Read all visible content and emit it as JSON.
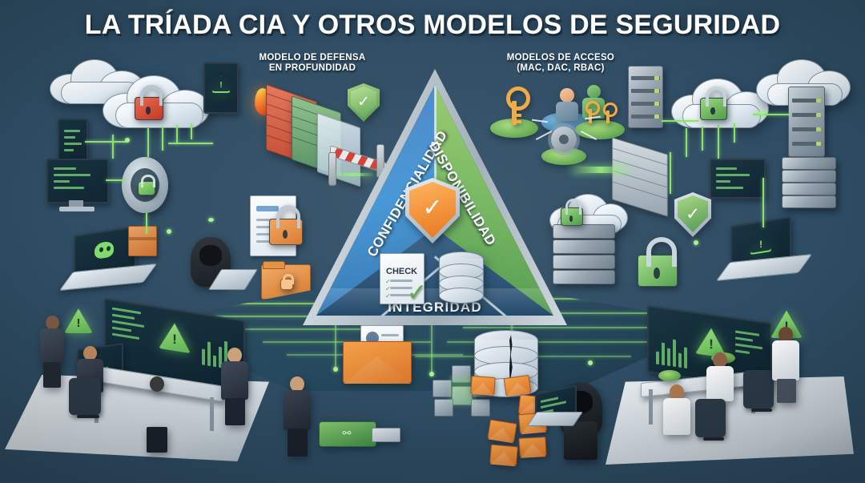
{
  "title": "LA TRÍADA CIA Y OTROS MODELOS DE SEGURIDAD",
  "sections": {
    "left_caption_line1": "MODELO DE DEFENSA",
    "left_caption_line2": "EN PROFUNDIDAD",
    "right_caption_line1": "MODELOS DE ACCESO",
    "right_caption_line2": "(MAC, DAC, RBAC)"
  },
  "triad": {
    "confidentiality": "CONFIDENCIALIDAD",
    "availability": "DISPONIBILIDAD",
    "integrity": "INTEGRIDAD",
    "center_badge": "shield-check-icon",
    "checklist_label": "CHECK"
  },
  "colors": {
    "background_blue": "#3f6481",
    "confidentiality_blue": "#3d91d4",
    "availability_green": "#6fb257",
    "integrity_blue": "#24527a",
    "bevel_gray": "#c3ced6",
    "accent_green": "#8ede74",
    "alert_green": "#7ccf63",
    "warning_orange": "#e8822f",
    "lock_red": "#d24a33",
    "title_white": "#ffffff"
  },
  "left_scene": {
    "icons": [
      "cloud-icon",
      "cloud-lock-icon",
      "tablet-warning-icon",
      "smartphone-code-icon",
      "monitor-code-icon",
      "lock-medallion-icon",
      "brick-firewall-icon",
      "laptop-malware-icon",
      "package-box-icon",
      "hacker-hoodie-icon",
      "document-lock-icon",
      "folder-lock-icon"
    ]
  },
  "defense_layers": {
    "items": [
      "flame-icon",
      "red-brick-wall-icon",
      "green-brick-wall-icon",
      "glass-panel-icon",
      "striped-barrier-icon",
      "green-shield-check-icon"
    ]
  },
  "access_models": {
    "items": [
      "orange-key-icon",
      "user-avatar-icon",
      "user-with-keys-icon",
      "gear-icon"
    ]
  },
  "right_scene": {
    "icons": [
      "server-rack-icon",
      "cloud-icon",
      "cloud-lock-green-icon",
      "brick-firewall-icon",
      "monitor-network-icon",
      "shield-check-icon",
      "laptop-warning-icon",
      "green-padlock-icon",
      "storage-stack-icon"
    ]
  },
  "bottom_center": {
    "icons": [
      "circuit-board-icon",
      "envelope-id-card-icon",
      "blockchain-cubes-icon",
      "cracked-database-icon",
      "phishing-envelopes-icon",
      "hacker-laptop-icon",
      "usb-drive-icon"
    ]
  },
  "soc_left": {
    "label": "security-operations-center",
    "people_count": 5,
    "screens": [
      "dashboard-warning-screen",
      "bar-chart-screen",
      "log-screen",
      "laptop-screen"
    ]
  },
  "soc_right": {
    "label": "monitoring-lab",
    "people_count": 3,
    "screens": [
      "warning-dashboard-screen",
      "analytics-screen"
    ]
  }
}
